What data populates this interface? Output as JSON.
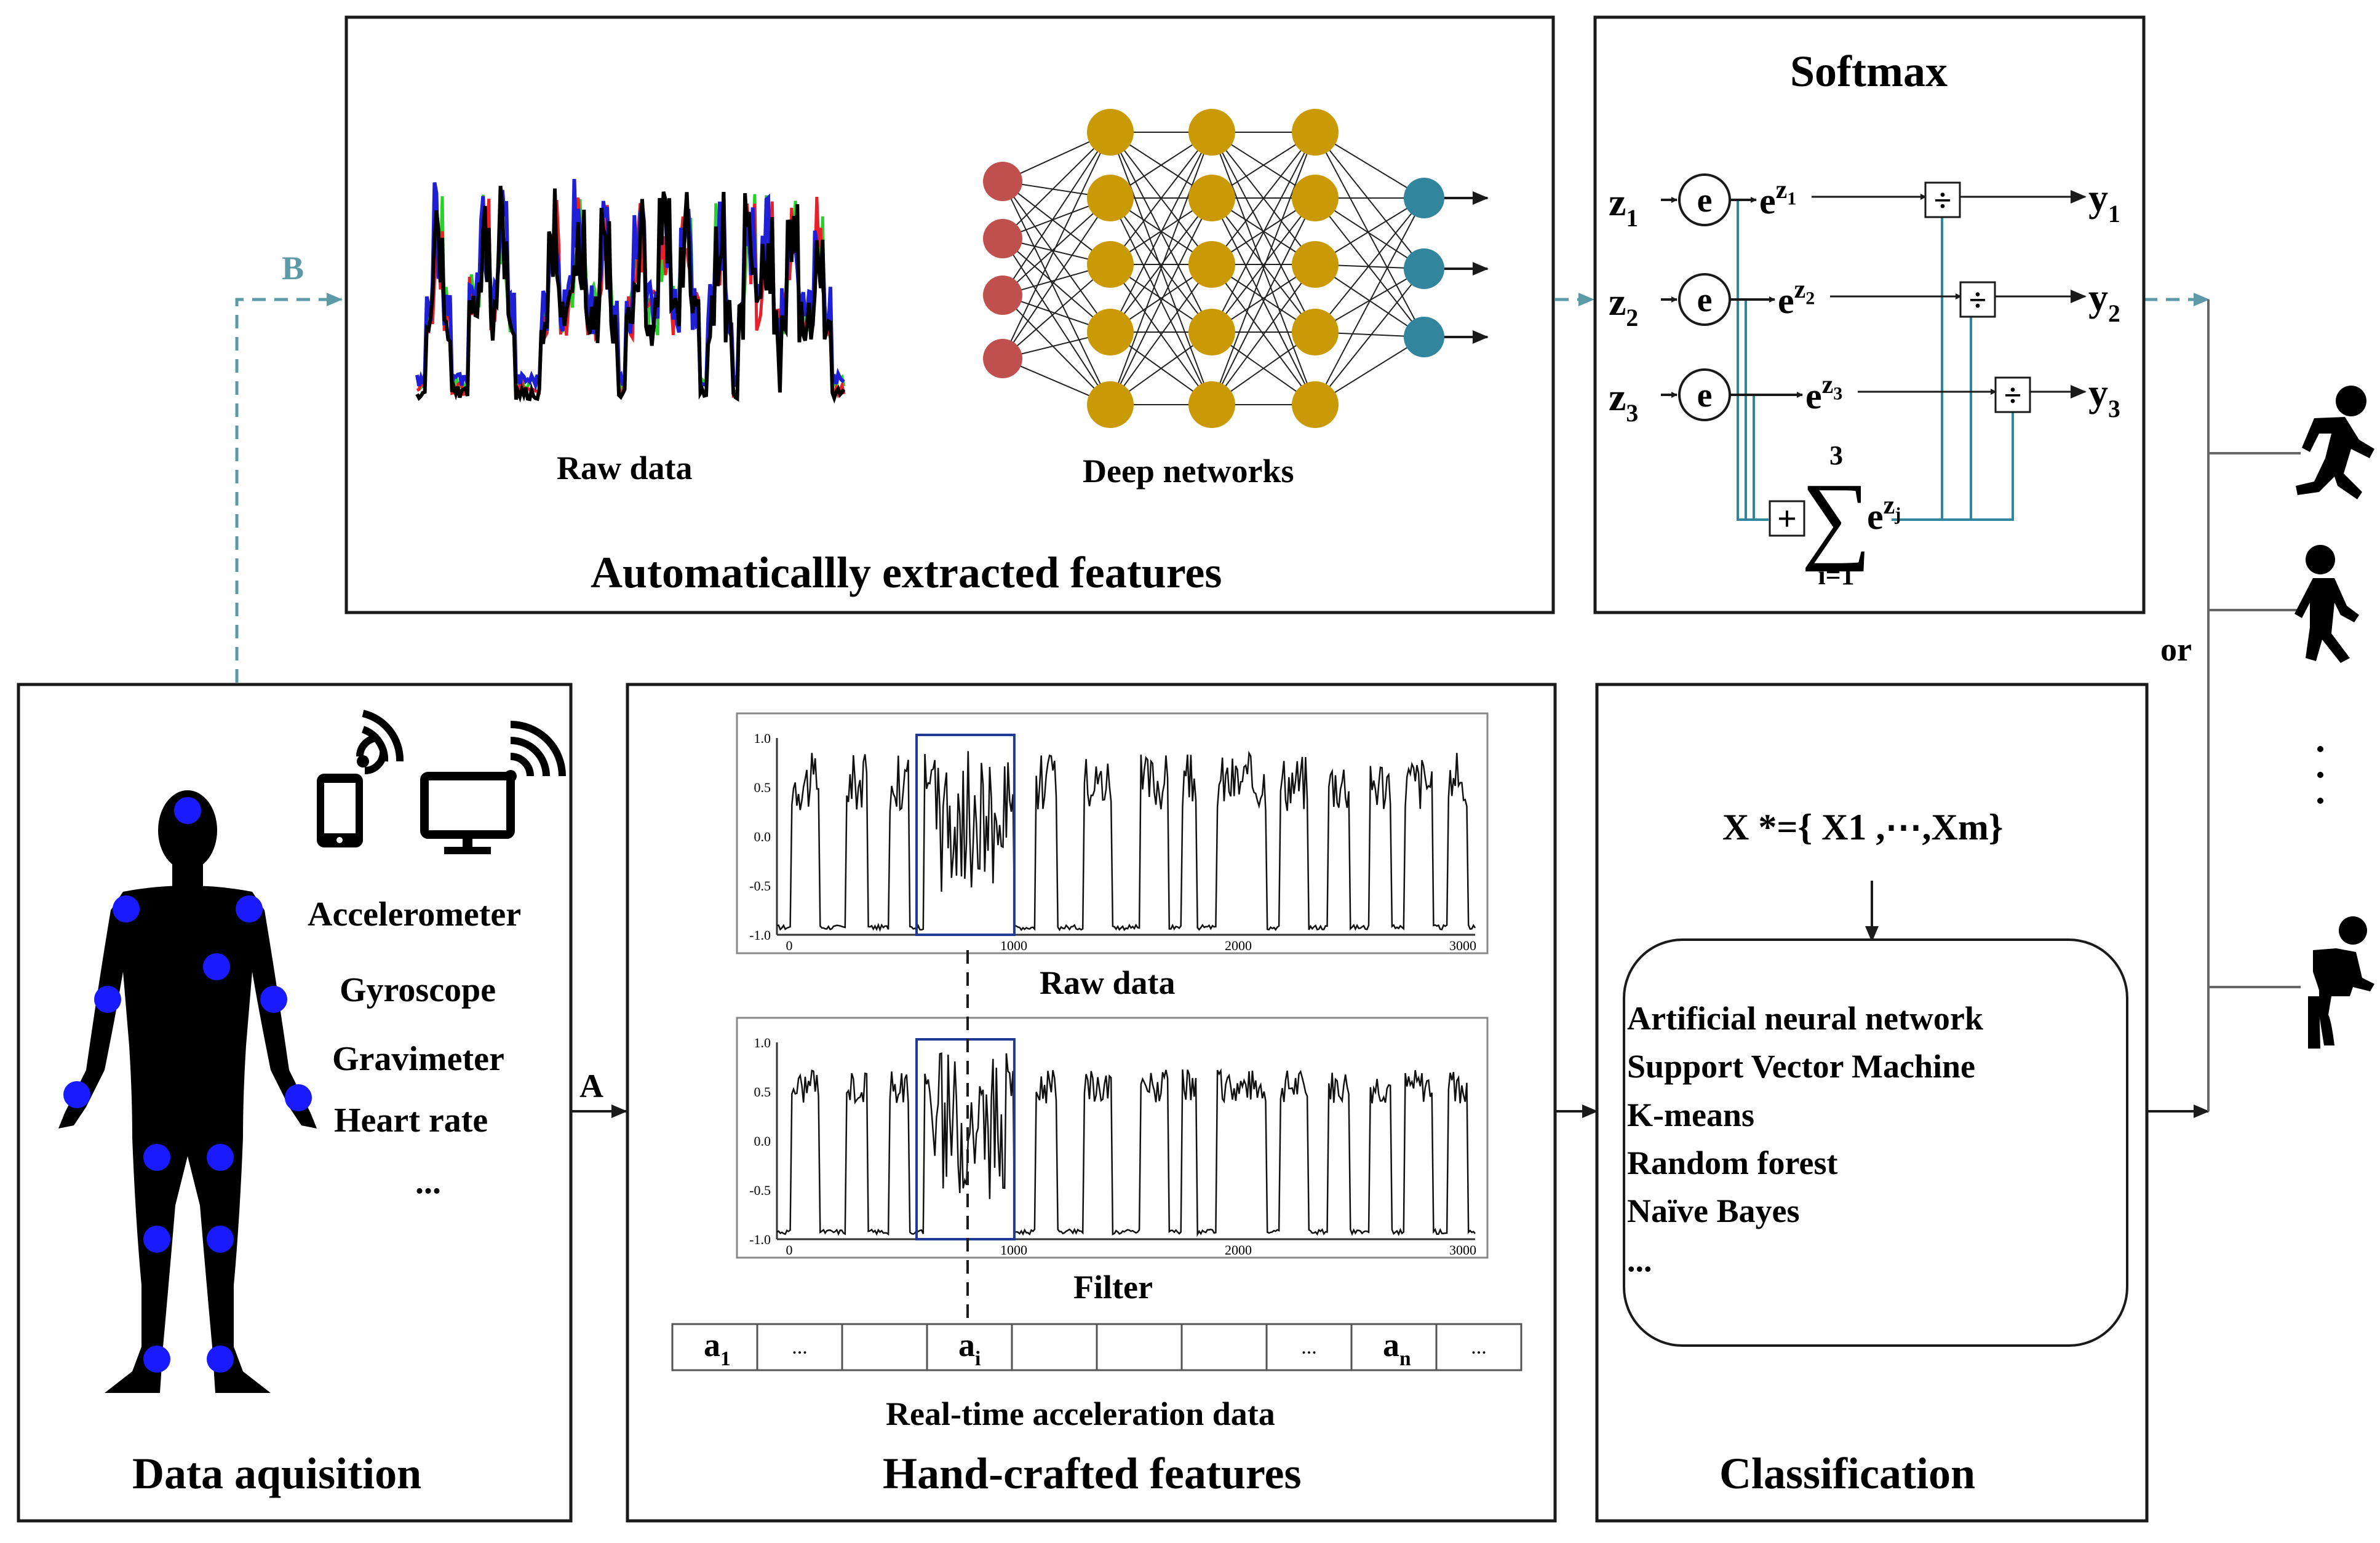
{
  "panels": {
    "auto": {
      "title": "Automaticallly extracted features",
      "raw_label": "Raw data",
      "deep_label": "Deep networks"
    },
    "softmax": {
      "title": "Softmax",
      "inputs": [
        "z1",
        "z2",
        "z3"
      ],
      "exp_node": "e",
      "exp_labels": [
        "e^z1",
        "e^z2",
        "e^z3"
      ],
      "div_symbol": "÷",
      "plus_symbol": "+",
      "outputs": [
        "y1",
        "y2",
        "y3"
      ],
      "sum": {
        "upper": "3",
        "lower": "i=1",
        "term": "e^zj"
      }
    },
    "acquisition": {
      "title": "Data aquisition",
      "sensors": [
        "Accelerometer",
        "Gyroscope",
        "Gravimeter",
        "Heart rate",
        "..."
      ]
    },
    "handcrafted": {
      "title": "Hand-crafted features",
      "raw_caption": "Raw data",
      "filter_caption": "Filter",
      "realtime_caption": "Real-time acceleration data",
      "x_ticks": [
        "0",
        "1000",
        "2000",
        "3000"
      ],
      "y_ticks": [
        "1.0",
        "0.5",
        "0.0",
        "-0.5",
        "-1.0"
      ],
      "cells": [
        "a1",
        "...",
        "",
        "ai",
        "",
        "",
        "",
        "...",
        "an",
        "..."
      ]
    },
    "classification": {
      "title": "Classification",
      "feature_set": "X *={ X1 ,⋯,Xm}",
      "algorithms": [
        "Artificial neural network",
        "Support Vector Machine",
        "K-means",
        "Random forest",
        "Naïve Bayes",
        "..."
      ]
    }
  },
  "arrows": {
    "path_a": "A",
    "path_b": "B",
    "or_label": "or"
  },
  "activities": [
    "running-icon",
    "walking-icon",
    "sitting-icon"
  ],
  "colors": {
    "teal_dashed": "#5b9aa6",
    "input_node": "#c0504d",
    "hidden_node": "#c99a06",
    "output_node": "#31859c",
    "sensor_dot": "#1a1aff",
    "window_box": "#1f3a93",
    "series_blue": "#1f1fd6",
    "series_red": "#e8202a",
    "series_green": "#2bd12b"
  }
}
